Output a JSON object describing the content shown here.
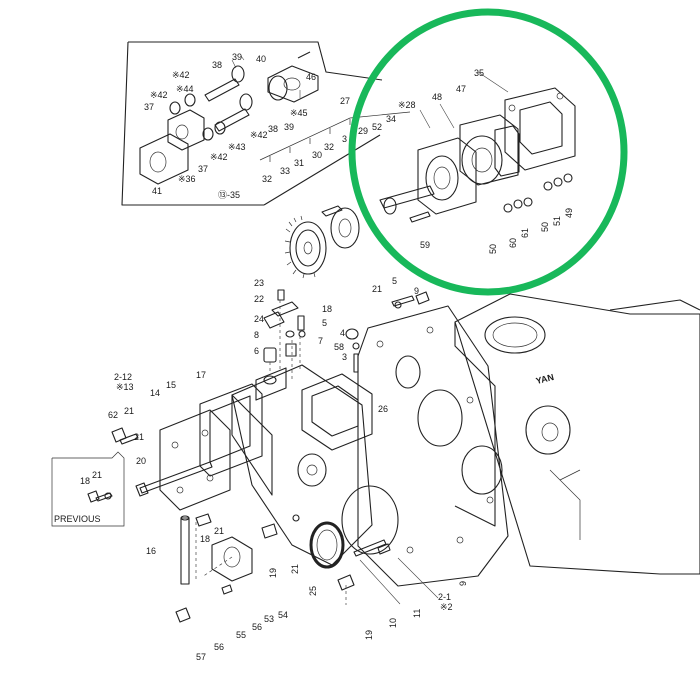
{
  "colors": {
    "highlight": "#18b85a",
    "ink": "#222222",
    "paper": "#ffffff"
  },
  "brand_text": "YAN",
  "previous_box": {
    "title": "PREVIEW",
    "text": "PREVIOUS"
  },
  "callouts": [
    {
      "id": "c46",
      "text": "46"
    },
    {
      "id": "c40",
      "text": "40"
    },
    {
      "id": "c39a",
      "text": "39"
    },
    {
      "id": "c38a",
      "text": "38"
    },
    {
      "id": "c42a",
      "text": "※42"
    },
    {
      "id": "c44",
      "text": "※44"
    },
    {
      "id": "c42b",
      "text": "※42"
    },
    {
      "id": "c37a",
      "text": "37"
    },
    {
      "id": "c45",
      "text": "※45"
    },
    {
      "id": "c39b",
      "text": "39"
    },
    {
      "id": "c38b",
      "text": "38"
    },
    {
      "id": "c42c",
      "text": "※42"
    },
    {
      "id": "c43",
      "text": "※43"
    },
    {
      "id": "c42d",
      "text": "※42"
    },
    {
      "id": "c37b",
      "text": "37"
    },
    {
      "id": "c36",
      "text": "※36"
    },
    {
      "id": "c41",
      "text": "41"
    },
    {
      "id": "c35",
      "text": "35"
    },
    {
      "id": "c47",
      "text": "47"
    },
    {
      "id": "c27",
      "text": "27"
    },
    {
      "id": "c28",
      "text": "※28"
    },
    {
      "id": "c48",
      "text": "48"
    },
    {
      "id": "c34",
      "text": "34"
    },
    {
      "id": "c52",
      "text": "52"
    },
    {
      "id": "c29",
      "text": "29"
    },
    {
      "id": "c3x",
      "text": "3"
    },
    {
      "id": "c32a",
      "text": "32"
    },
    {
      "id": "c30",
      "text": "30"
    },
    {
      "id": "c31",
      "text": "31"
    },
    {
      "id": "c33",
      "text": "33"
    },
    {
      "id": "c32b",
      "text": "32"
    },
    {
      "id": "c1335",
      "text": "⑬-35"
    },
    {
      "id": "c59",
      "text": "59"
    },
    {
      "id": "c50a",
      "text": "50"
    },
    {
      "id": "c60",
      "text": "60"
    },
    {
      "id": "c61",
      "text": "61"
    },
    {
      "id": "c50b",
      "text": "50"
    },
    {
      "id": "c51",
      "text": "51"
    },
    {
      "id": "c49",
      "text": "49"
    },
    {
      "id": "c23",
      "text": "23"
    },
    {
      "id": "c22",
      "text": "22"
    },
    {
      "id": "c18a",
      "text": "18"
    },
    {
      "id": "c24",
      "text": "24"
    },
    {
      "id": "c5a",
      "text": "5"
    },
    {
      "id": "c8",
      "text": "8"
    },
    {
      "id": "c7",
      "text": "7"
    },
    {
      "id": "c6",
      "text": "6"
    },
    {
      "id": "c21a",
      "text": "21"
    },
    {
      "id": "c5b",
      "text": "5"
    },
    {
      "id": "c9a",
      "text": "9"
    },
    {
      "id": "c4",
      "text": "4"
    },
    {
      "id": "c58",
      "text": "58"
    },
    {
      "id": "c3",
      "text": "3"
    },
    {
      "id": "c212",
      "text": "2-12"
    },
    {
      "id": "c13",
      "text": "※13"
    },
    {
      "id": "c15",
      "text": "15"
    },
    {
      "id": "c17",
      "text": "17"
    },
    {
      "id": "c14",
      "text": "14"
    },
    {
      "id": "c62",
      "text": "62"
    },
    {
      "id": "c21b",
      "text": "21"
    },
    {
      "id": "c21c",
      "text": "21"
    },
    {
      "id": "c20",
      "text": "20"
    },
    {
      "id": "c26",
      "text": "26"
    },
    {
      "id": "c18b",
      "text": "18"
    },
    {
      "id": "c21d",
      "text": "21"
    },
    {
      "id": "c21e",
      "text": "21"
    },
    {
      "id": "c18c",
      "text": "18"
    },
    {
      "id": "c16",
      "text": "16"
    },
    {
      "id": "c19a",
      "text": "19"
    },
    {
      "id": "c21f",
      "text": "21"
    },
    {
      "id": "c25",
      "text": "25"
    },
    {
      "id": "c54",
      "text": "54"
    },
    {
      "id": "c53",
      "text": "53"
    },
    {
      "id": "c56a",
      "text": "56"
    },
    {
      "id": "c55",
      "text": "55"
    },
    {
      "id": "c57",
      "text": "57"
    },
    {
      "id": "c56b",
      "text": "56"
    },
    {
      "id": "c10",
      "text": "10"
    },
    {
      "id": "c11",
      "text": "11"
    },
    {
      "id": "c21x",
      "text": "2-1"
    },
    {
      "id": "c2",
      "text": "※2"
    },
    {
      "id": "c19b",
      "text": "19"
    },
    {
      "id": "c9b",
      "text": "9"
    }
  ]
}
